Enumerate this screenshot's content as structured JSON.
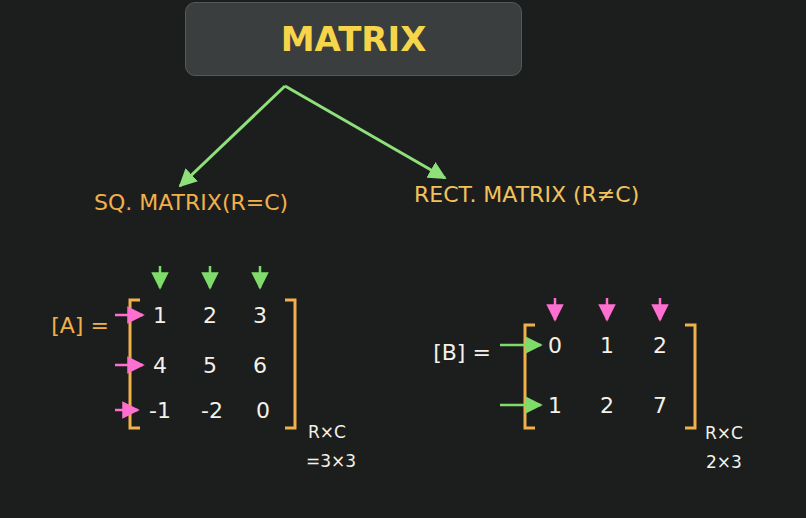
{
  "diagram": {
    "nodes": [
      {
        "text": [
          "MATRIX"
        ]
      },
      {
        "text": [
          "SQ. MATRIX(R=C)"
        ]
      },
      {
        "text": [
          "RECT. MATRIX (R≠C)"
        ]
      }
    ],
    "edges": [
      {
        "from": 0,
        "to": 1,
        "arrow": "to"
      },
      {
        "from": 0,
        "to": 2,
        "arrow": "to"
      }
    ],
    "labels": [
      "[A] =",
      "1",
      "2",
      "3",
      "4",
      "5",
      "6",
      "-1",
      "-2",
      "0",
      "R×C",
      "=3×3",
      "[B] =",
      "0",
      "1",
      "2",
      "1",
      "2",
      "7",
      "R×C",
      "2×3"
    ]
  }
}
